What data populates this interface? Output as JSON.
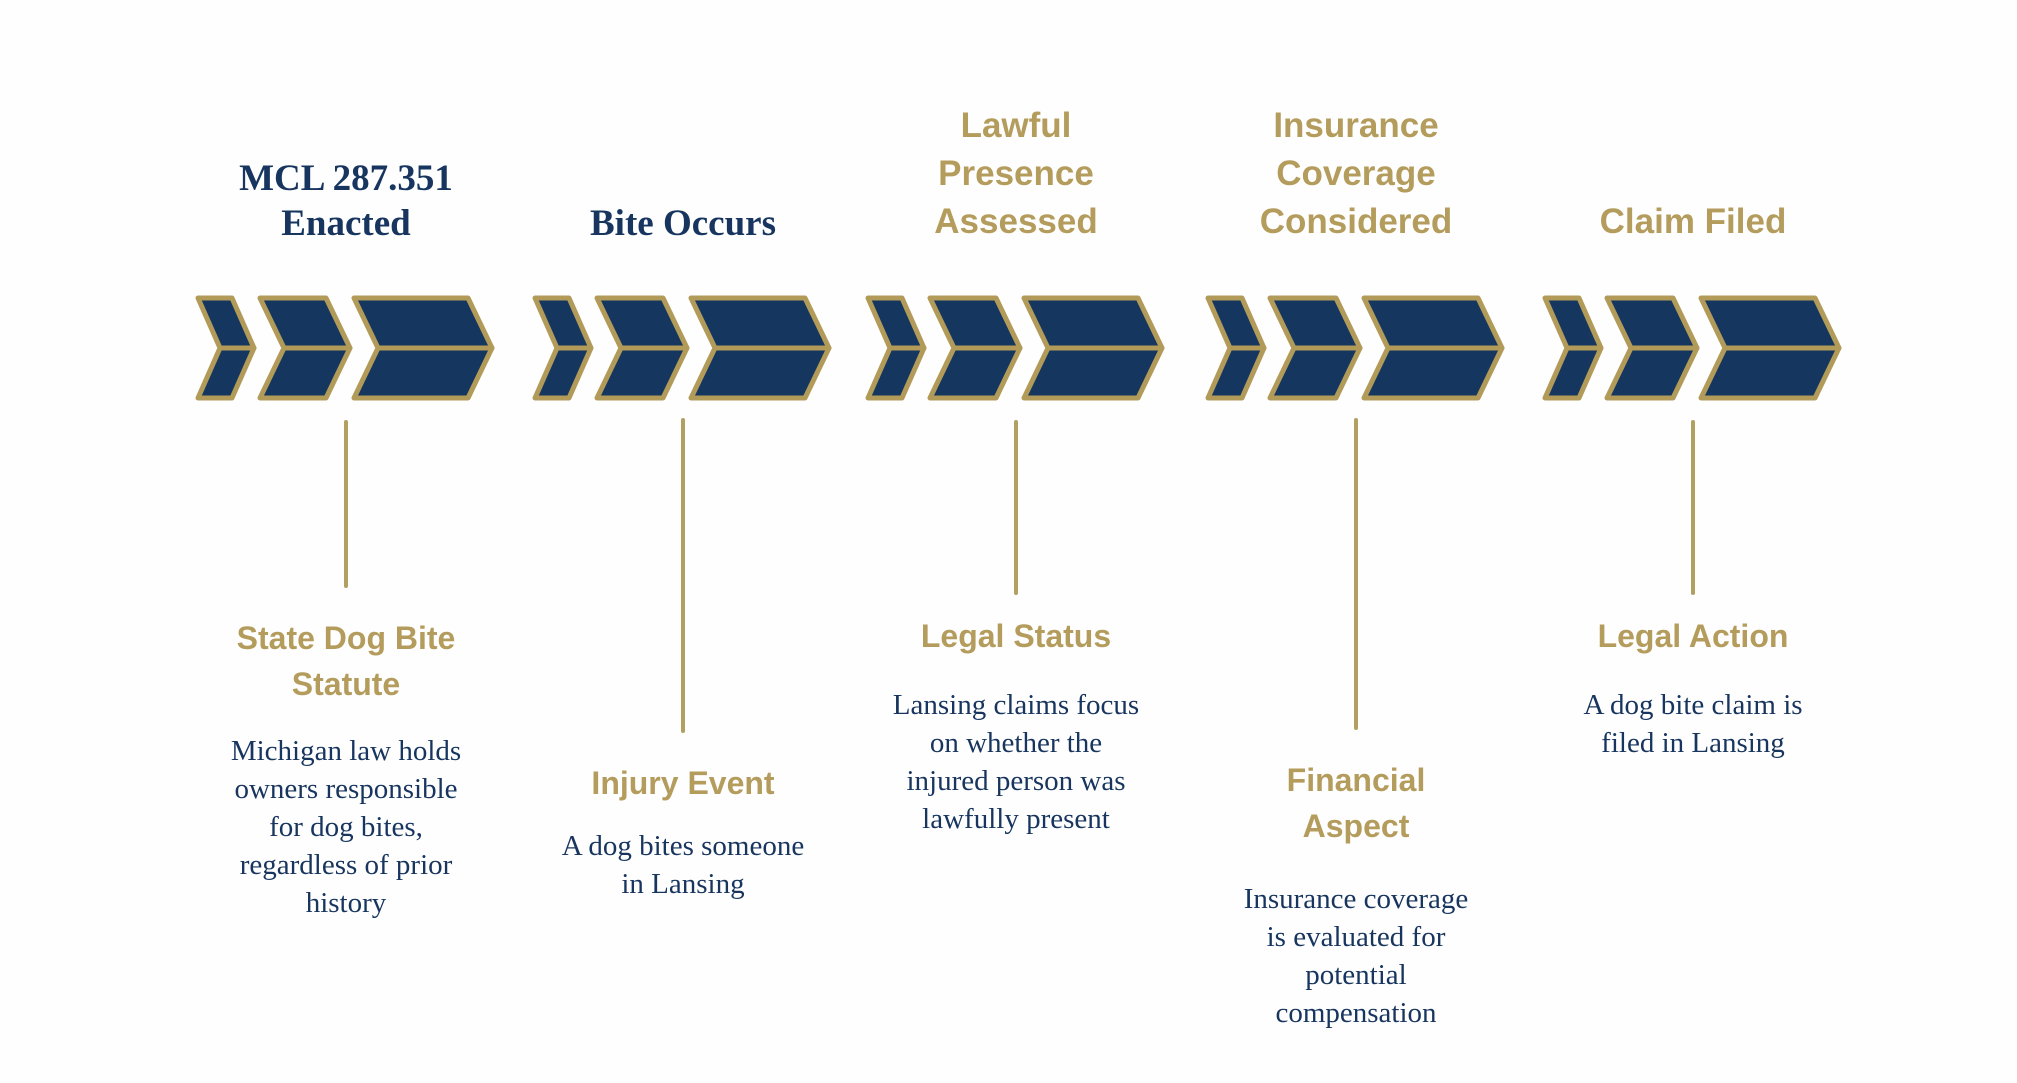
{
  "palette": {
    "navy": "#17355E",
    "gold": "#B49C5C",
    "line_gold": "#B2A062",
    "chevron_fill": "#14365F",
    "chevron_stroke": "#B29B59"
  },
  "stages": [
    {
      "title": "MCL 287.351\nEnacted",
      "title_variant": "navy-serif",
      "subheading": "State Dog Bite\nStatute",
      "description": "Michigan law holds\nowners responsible\nfor dog bites,\nregardless of prior\nhistory"
    },
    {
      "title": "Bite Occurs",
      "title_variant": "navy-serif",
      "subheading": "Injury Event",
      "description": "A dog bites someone\nin Lansing"
    },
    {
      "title": "Lawful\nPresence\nAssessed",
      "title_variant": "gold-sans",
      "subheading": "Legal Status",
      "description": "Lansing claims focus\non whether the\ninjured person was\nlawfully present"
    },
    {
      "title": "Insurance\nCoverage\nConsidered",
      "title_variant": "gold-sans",
      "subheading": "Financial\nAspect",
      "description": "Insurance coverage\nis evaluated for\npotential\ncompensation"
    },
    {
      "title": "Claim Filed",
      "title_variant": "gold-sans",
      "subheading": "Legal Action",
      "description": "A dog bite claim is\nfiled in Lansing"
    }
  ]
}
